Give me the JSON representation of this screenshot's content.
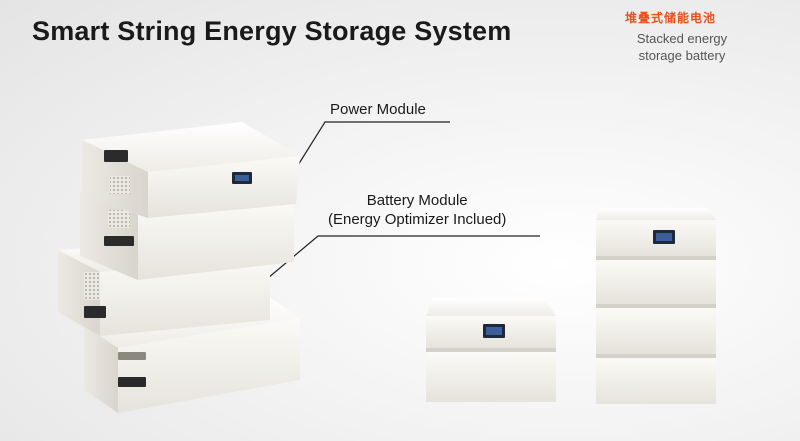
{
  "header": {
    "title": "Smart String Energy Storage System",
    "chinese_subtitle": "堆叠式储能电池",
    "english_subtitle_line1": "Stacked energy",
    "english_subtitle_line2": "storage battery"
  },
  "callouts": {
    "power_module": "Power Module",
    "battery_module_line1": "Battery Module",
    "battery_module_line2": "(Energy Optimizer Inclued)"
  },
  "colors": {
    "title": "#1a1a1a",
    "accent_chinese": "#e8501e",
    "subtitle": "#555555",
    "module_body": "#f5f3ee",
    "display_screen": "#3a5f9a"
  }
}
